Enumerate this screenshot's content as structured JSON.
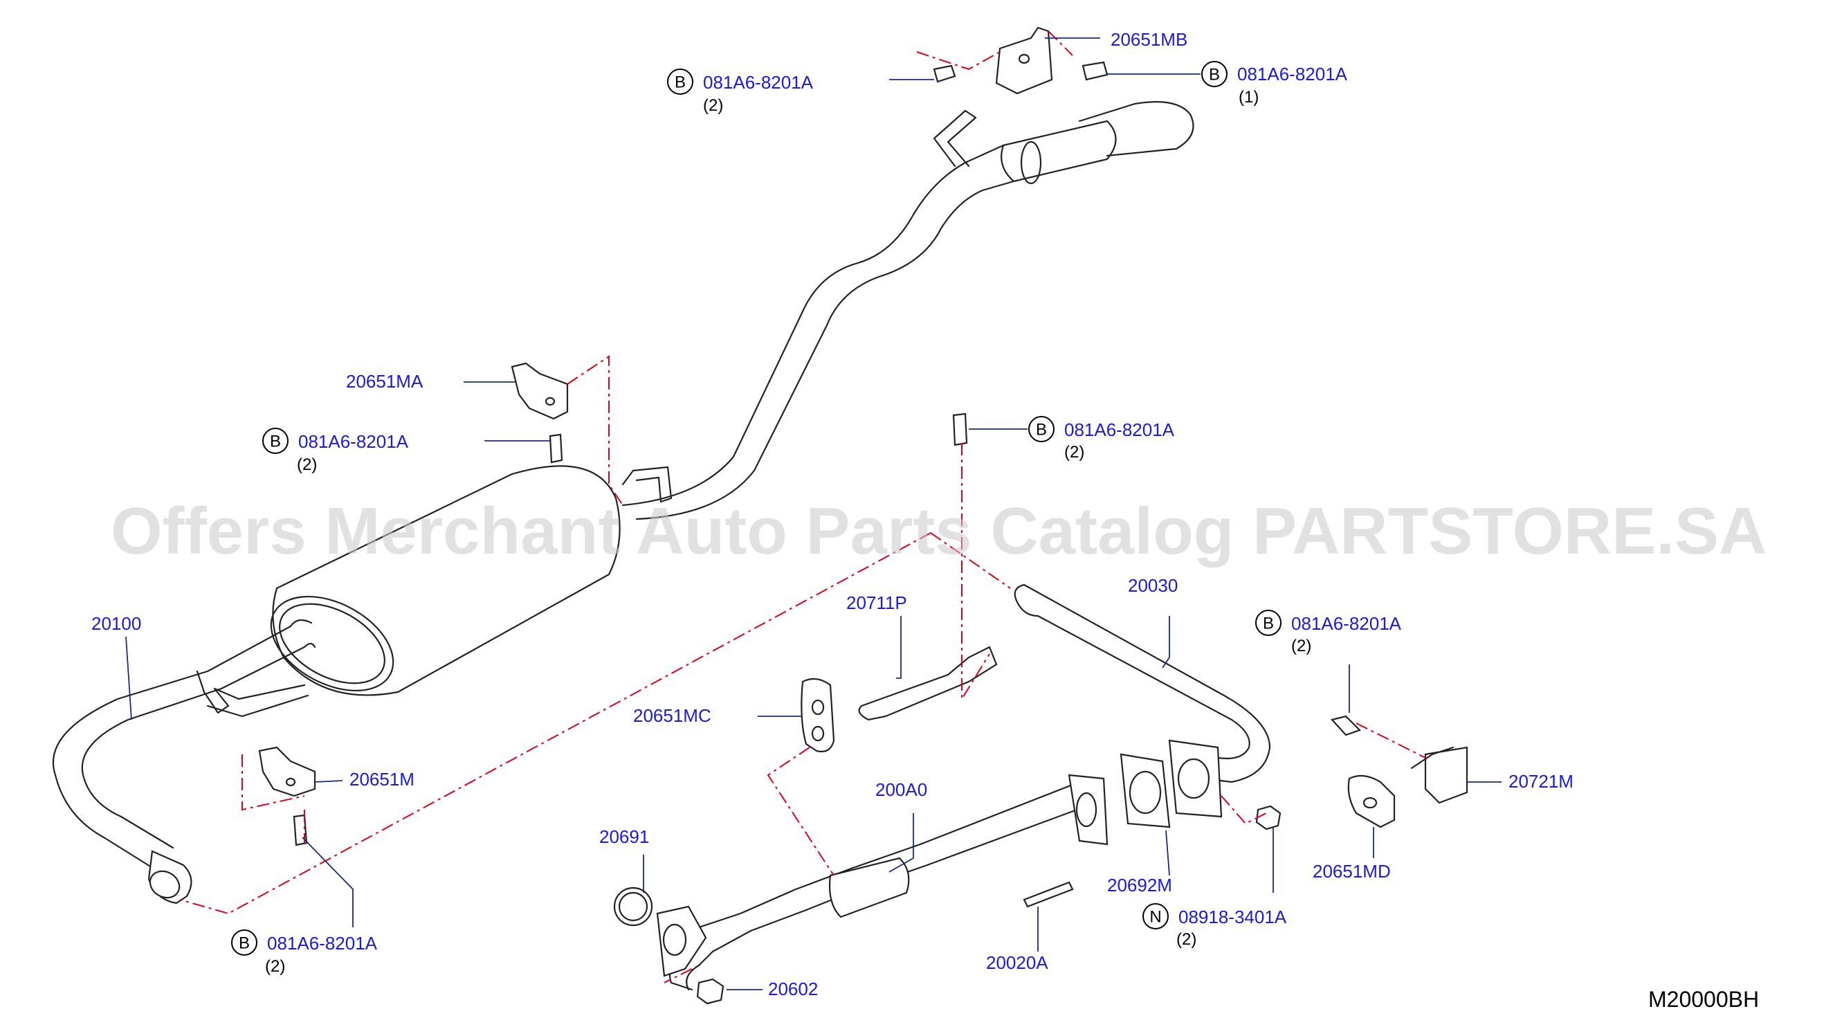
{
  "watermark": "Offers Merchant Auto Parts Catalog PARTSTORE.SA",
  "diagram_code": "M20000BH",
  "labels": {
    "p20651MB": "20651MB",
    "p20651MA": "20651MA",
    "p20100": "20100",
    "p20651M": "20651M",
    "p20711P": "20711P",
    "p20651MC": "20651MC",
    "p20030": "20030",
    "p200A0": "200A0",
    "p20691": "20691",
    "p20602": "20602",
    "p20692M": "20692M",
    "p20020A": "20020A",
    "p20721M": "20721M",
    "p20651MD": "20651MD"
  },
  "callouts": [
    {
      "badge": "B",
      "part": "081A6-8201A",
      "qty": "(2)"
    },
    {
      "badge": "B",
      "part": "081A6-8201A",
      "qty": "(1)"
    },
    {
      "badge": "B",
      "part": "081A6-8201A",
      "qty": "(2)"
    },
    {
      "badge": "B",
      "part": "081A6-8201A",
      "qty": "(2)"
    },
    {
      "badge": "B",
      "part": "081A6-8201A",
      "qty": "(2)"
    },
    {
      "badge": "B",
      "part": "081A6-8201A",
      "qty": "(2)"
    },
    {
      "badge": "N",
      "part": "08918-3401A",
      "qty": "(2)"
    }
  ]
}
